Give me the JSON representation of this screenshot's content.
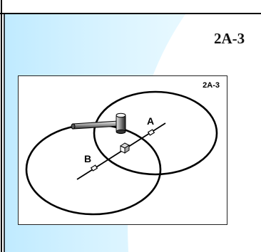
{
  "page": {
    "tab_label": "2A-3"
  },
  "figure": {
    "corner_label": "2A-3",
    "label_a": "A",
    "label_b": "B"
  },
  "colors": {
    "bg_blue": "#cfefff",
    "border_black": "#000000"
  },
  "icons": {
    "hammer": "hammer-icon",
    "block": "block-icon"
  }
}
